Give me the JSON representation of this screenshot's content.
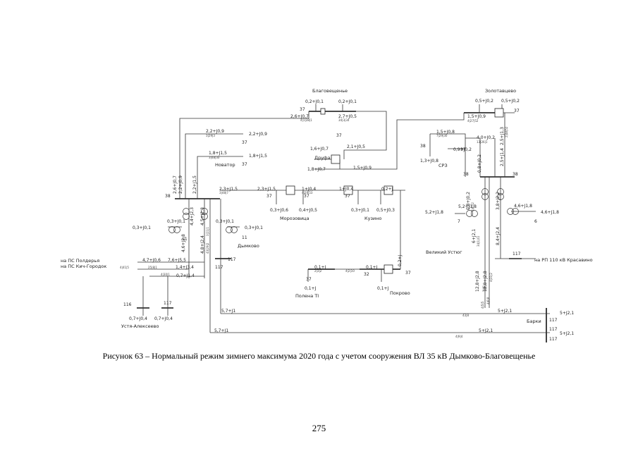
{
  "caption": "Рисунок 63 – Нормальный режим зимнего максимума 2020 года с учетом сооружения ВЛ 35 кВ Дымково-Благовещенье",
  "page_number": "275",
  "nodes": {
    "blagoveshchenie": "Благовещенье",
    "zolotavtsevo": "Золотавцево",
    "drufa": "Друфа",
    "novator": "Новатор",
    "srz": "СРЗ",
    "morozovitsa": "Морозовица",
    "kuzino": "Кузино",
    "dymkovo": "Дымково",
    "velikiy_ustyug": "Великий Устюг",
    "polena_ti": "Полена ТI",
    "pokrovo": "Покрово",
    "ustya": "Устя-Алексеево",
    "barki": "Барки",
    "to_polderya": "на ПС Полдерья",
    "to_kich": "на ПС Кич-Городок",
    "to_rp": "на РП 110 кВ Красавино"
  },
  "values": [
    "0,2+J0,1",
    "0,2+J0,1",
    "2,6+J0,7",
    "2,7+J0,5",
    "37",
    "0,5+J0,2",
    "0,5+J0,2",
    "1,5+J0,9",
    "37",
    "2,2+J0,9",
    "2,2+J0,9",
    "37",
    "1,8+J1,5",
    "1,8+J1,5",
    "37",
    "1,6+J0,7",
    "2,1+J0,5",
    "37",
    "1,8+J0,7",
    "1,5+J0,9",
    "1,5+J0,8",
    "4,0+J0,2",
    "0,9+J0,2",
    "1,3+J0,8",
    "38",
    "38",
    "38",
    "37",
    "2,6+J0,7",
    "2,2+J0,9",
    "2,2+J1,5",
    "2,3+J1,5",
    "2,3+J1,5",
    "1+J0,4",
    "1+J0,4",
    "0,2+J",
    "38",
    "37",
    "37",
    "37",
    "0,3+J0,6",
    "0,4+J0,5",
    "0,3+J0,1",
    "0,5+J0,3",
    "0,3+J0,1",
    "0,3+J0,1",
    "0,3+J0,1",
    "0,3+J0,1",
    "11",
    "11",
    "4,4+J2,3",
    "4,5+J2,3",
    "4,6+J2,8",
    "4,8+J2,4",
    "2,5+J1,3",
    "2,5+J1,4",
    "0,8+J0,2",
    "0,8+J0,2",
    "3,8+J2,2",
    "5,2+J1,8",
    "5,2+J1,8",
    "4,6+J1,8",
    "4,6+J1,8",
    "7",
    "6",
    "6+J2,1",
    "8,4+J2,4",
    "0,1+J",
    "0,1+J",
    "0,2+J",
    "0,1+J",
    "0,1+J",
    "37",
    "32",
    "37",
    "4,7+J0,6",
    "7,6+J5,5",
    "1,4+J3,4",
    "0,7+J1,4",
    "117",
    "117",
    "117",
    "116",
    "117",
    "0,7+J0,4",
    "0,7+J0,4",
    "12,8+J2,8",
    "12,8+J2,8",
    "5,7+J1",
    "5,7+J1",
    "5+J2,1",
    "5+J2,1",
    "5+J2,1",
    "5+J2,1",
    "117",
    "117",
    "117"
  ],
  "small_labels": [
    "4|1|38|1",
    "34|3|34",
    "3|29|3",
    "3|48|30",
    "4|27|52",
    "7|29|30",
    "13|26|1",
    "3|48|7",
    "4|29|53",
    "4|2|10",
    "2|3|2",
    "3|11|1",
    "43|29|2",
    "2|48|52",
    "4|40|2",
    "34|1|41",
    "4|41|5",
    "25|8|1",
    "4|30|1",
    "3|42",
    "4|31|2",
    "4|5|5",
    "4|6|8",
    "43|8",
    "4|9|4"
  ]
}
